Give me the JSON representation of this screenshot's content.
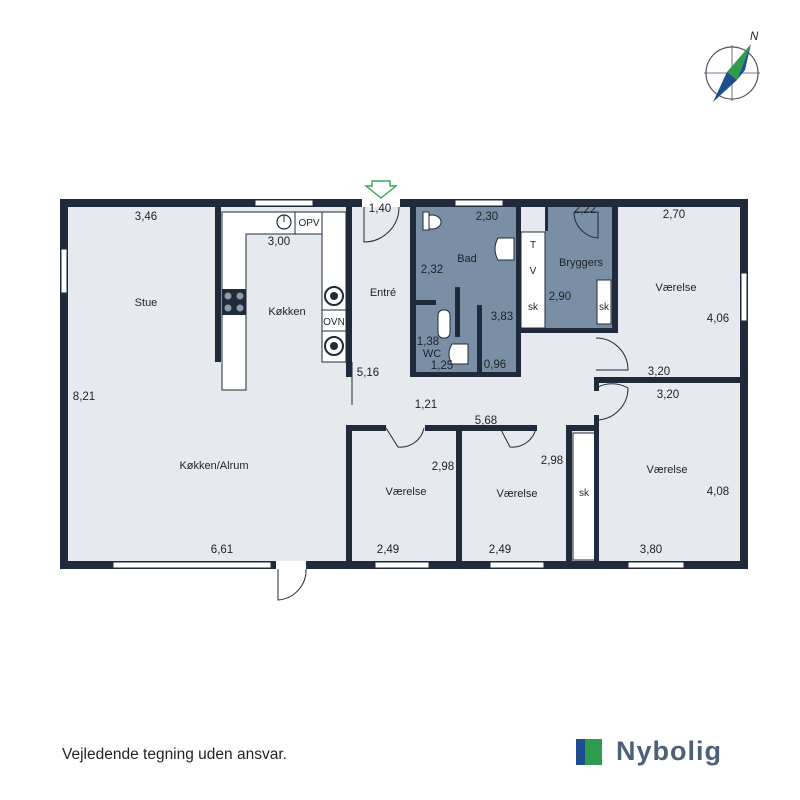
{
  "compass": {
    "north_label": "N"
  },
  "rooms": {
    "stue": "Stue",
    "koekken": "Køkken",
    "koekken_alrum": "Køkken/Alrum",
    "entre": "Entré",
    "bad": "Bad",
    "wc": "WC",
    "bryggers": "Bryggers",
    "vaerelse_ne": "Værelse",
    "vaerelse_e": "Værelse",
    "vaerelse_s1": "Værelse",
    "vaerelse_s2": "Værelse"
  },
  "fixtures": {
    "opv": "OPV",
    "ovn": "OVN",
    "t": "T",
    "v": "V",
    "sk_bryggers_left": "sk",
    "sk_bryggers_right": "sk",
    "sk_closet": "sk"
  },
  "dims": {
    "d346": "3,46",
    "d300": "3,00",
    "d821": "8,21",
    "d661": "6,61",
    "d140": "1,40",
    "d516": "5,16",
    "d230": "2,30",
    "d232": "2,32",
    "d383": "3,83",
    "d138": "1,38",
    "d125": "1,25",
    "d096": "0,96",
    "d222": "2,22",
    "d290": "2,90",
    "d270": "2,70",
    "d406": "4,06",
    "d320a": "3,20",
    "d320b": "3,20",
    "d408": "4,08",
    "d380": "3,80",
    "d121": "1,21",
    "d568": "5,68",
    "d298a": "2,98",
    "d298b": "2,98",
    "d249a": "2,49",
    "d249b": "2,49"
  },
  "footer": {
    "disclaimer": "Vejledende tegning uden ansvar.",
    "brand": "Nybolig"
  },
  "colors": {
    "wall": "#1f2b3a",
    "floor": "#e6eaee",
    "wet_room": "#7a8fa6",
    "brand_green": "#2e9b4f",
    "brand_blue": "#1f4b8f",
    "brand_text": "#4c6178",
    "entrance_arrow": "#3aa356"
  }
}
